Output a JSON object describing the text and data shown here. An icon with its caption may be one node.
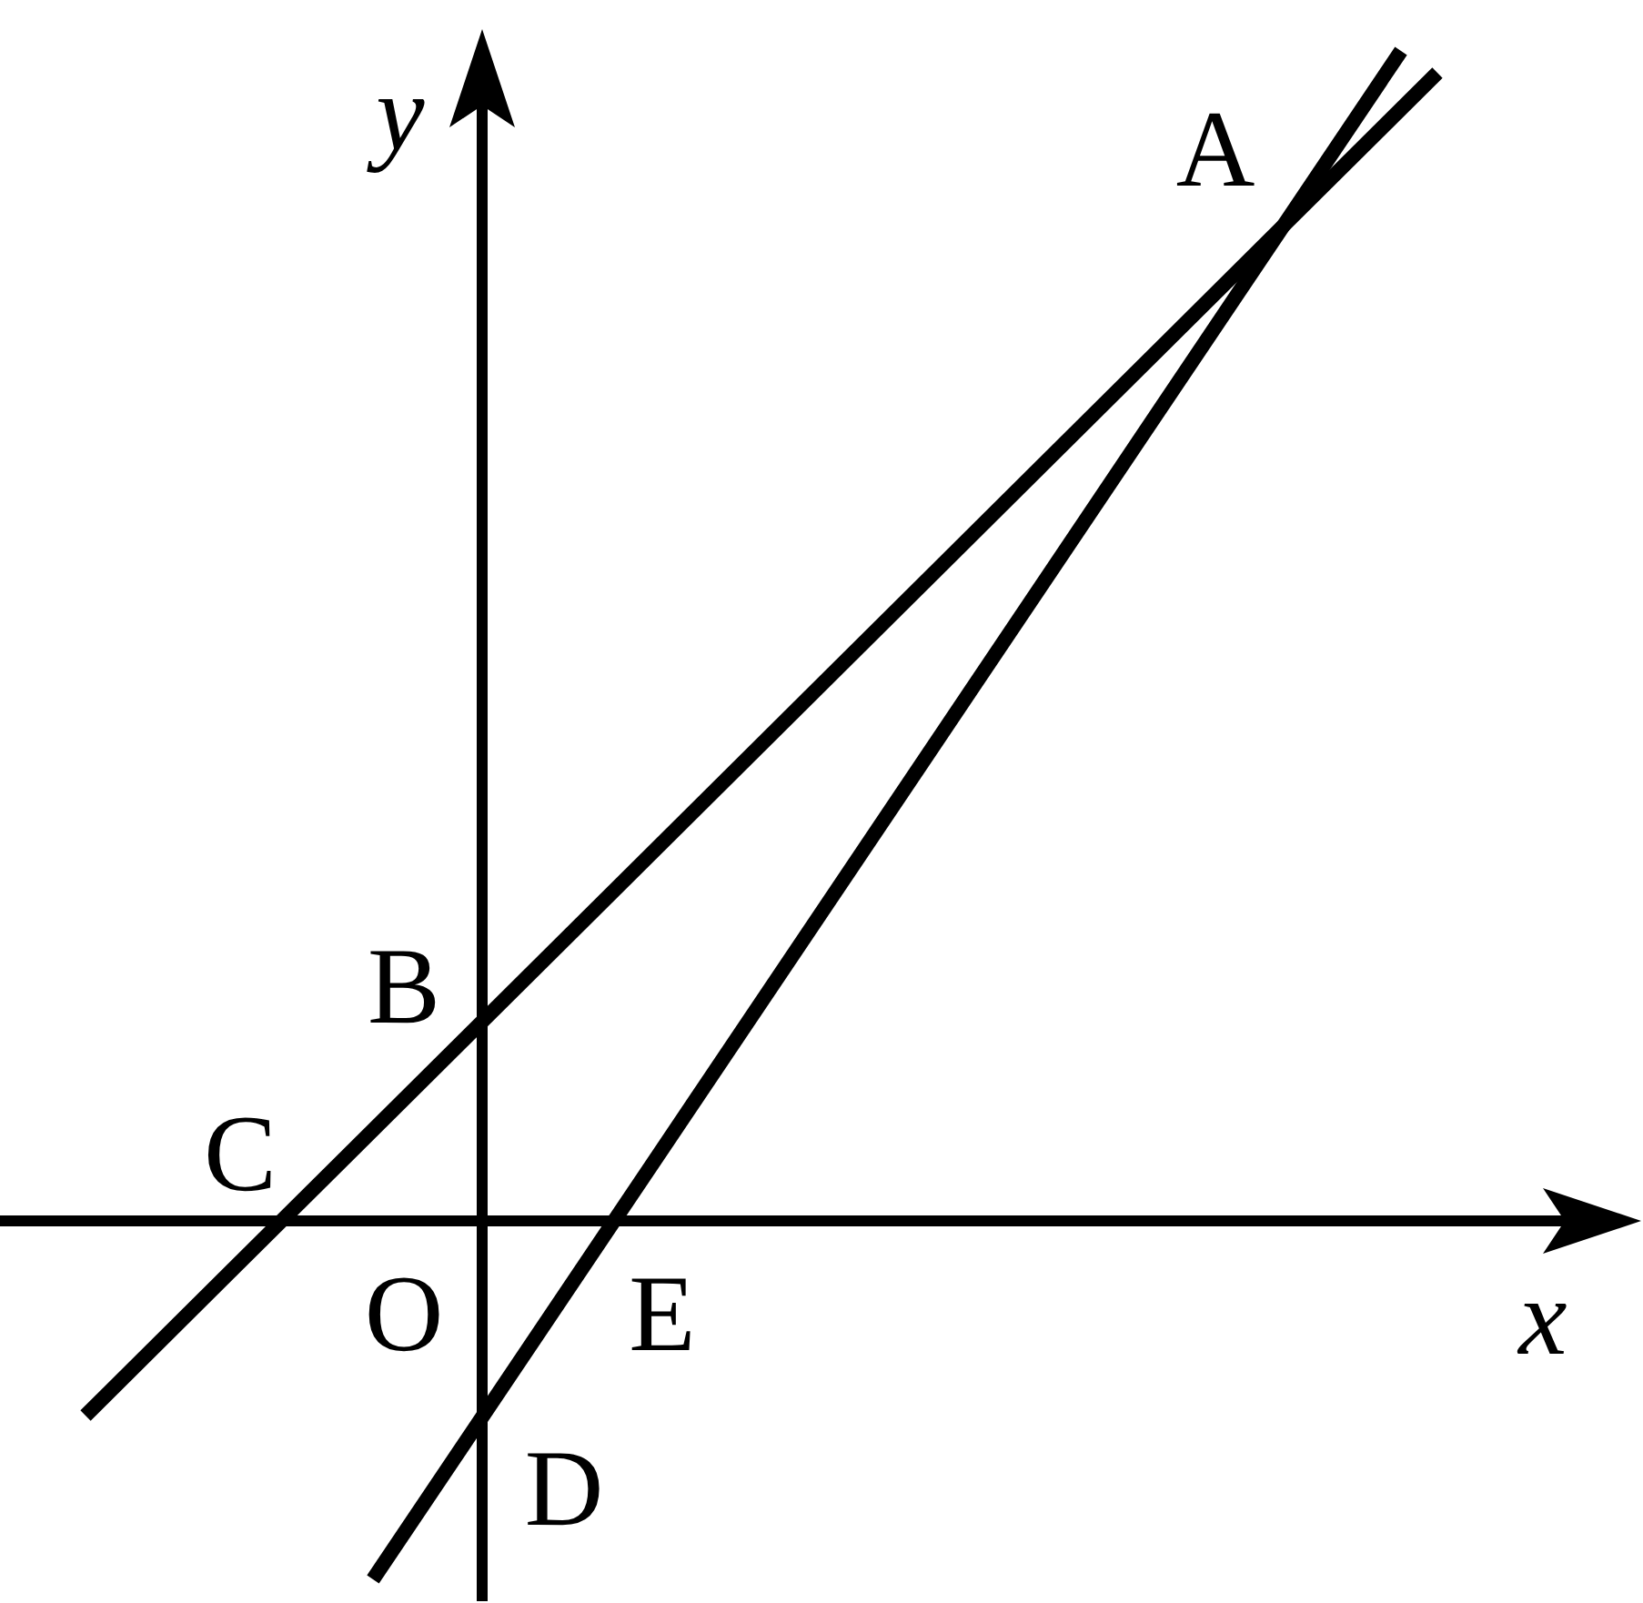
{
  "diagram": {
    "labels": [
      "y",
      "A",
      "B",
      "C",
      "O",
      "E",
      "x",
      "D"
    ]
  }
}
